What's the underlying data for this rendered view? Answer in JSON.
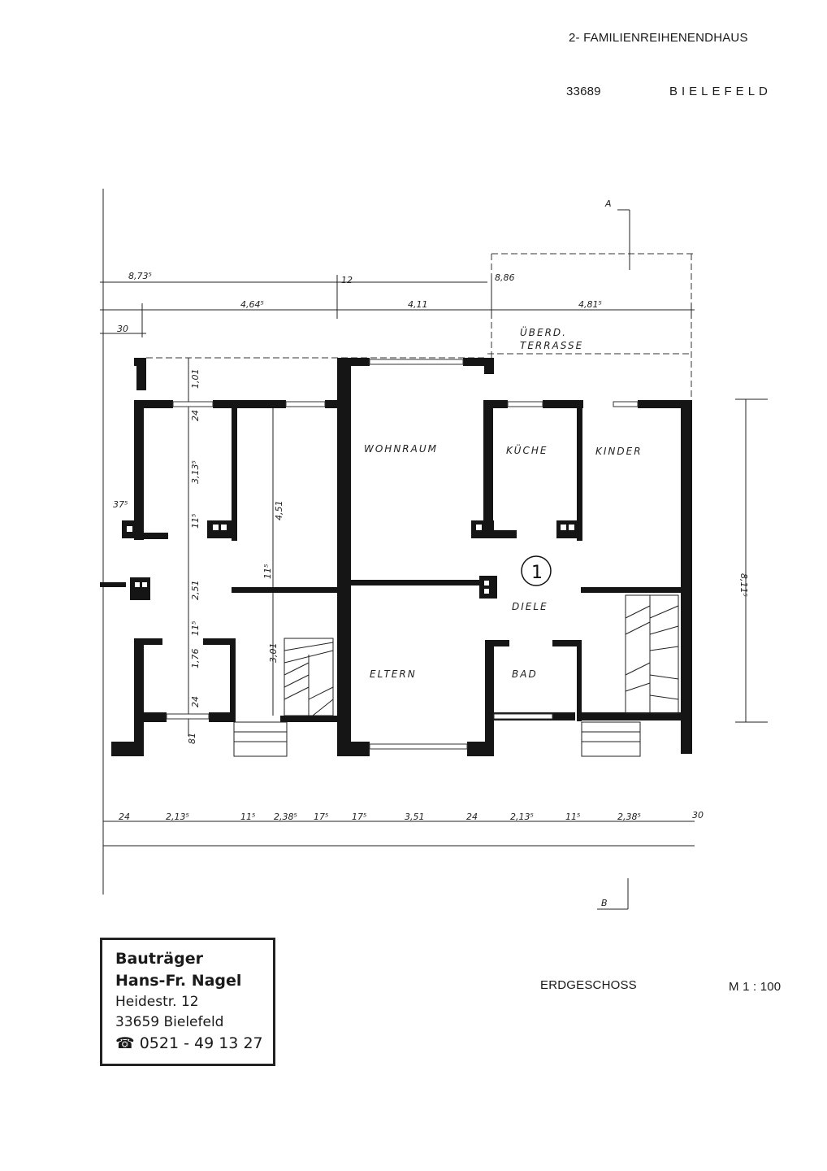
{
  "header": {
    "title": "2- FAMILIENREIHENENDHAUS",
    "zip": "33689",
    "city": "BIELEFELD"
  },
  "footer": {
    "floor_label": "ERDGESCHOSS",
    "scale": "M 1 : 100"
  },
  "plan": {
    "section_a": "A",
    "section_b": "B",
    "unit_marker": "1",
    "rooms": {
      "wohnraum": "WOHNRAUM",
      "kueche": "KÜCHE",
      "kinder": "KINDER",
      "diele": "DIELE",
      "eltern": "ELTERN",
      "bad": "BAD",
      "terrasse_line1": "ÜBERD.",
      "terrasse_line2": "TERRASSE"
    },
    "dims_top": {
      "d8735": "8,73⁵",
      "d12": "12",
      "d886": "8,86",
      "d4645": "4,64⁵",
      "d411": "4,11",
      "d4815": "4,81⁵",
      "d30": "30"
    },
    "dims_bottom": {
      "b24a": "24",
      "b2135a": "2,13⁵",
      "b115a": "11⁵",
      "b2385a": "2,38⁵",
      "b175a": "17⁵",
      "b175b": "17⁵",
      "b351": "3,51",
      "b24b": "24",
      "b2135b": "2,13⁵",
      "b115b": "11⁵",
      "b2385b": "2,38⁵",
      "b30": "30"
    },
    "dims_left": {
      "v1": "1,01",
      "v24a": "24",
      "v3135": "3,13⁵",
      "v115a": "11⁵",
      "v251": "2,51",
      "v115b": "11⁵",
      "v176": "1,76",
      "v24b": "24",
      "v81": "81",
      "v451": "4,51",
      "v115c": "11⁵",
      "v301": "3,01",
      "v375": "37⁵"
    },
    "dims_right": {
      "v8115": "8,11⁵"
    }
  },
  "stamp": {
    "line1": "Bauträger",
    "line2": "Hans-Fr. Nagel",
    "line3": "Heidestr. 12",
    "line4": "33659 Bielefeld",
    "phone_icon": "telephone-icon",
    "phone": "0521 - 49 13 27"
  }
}
